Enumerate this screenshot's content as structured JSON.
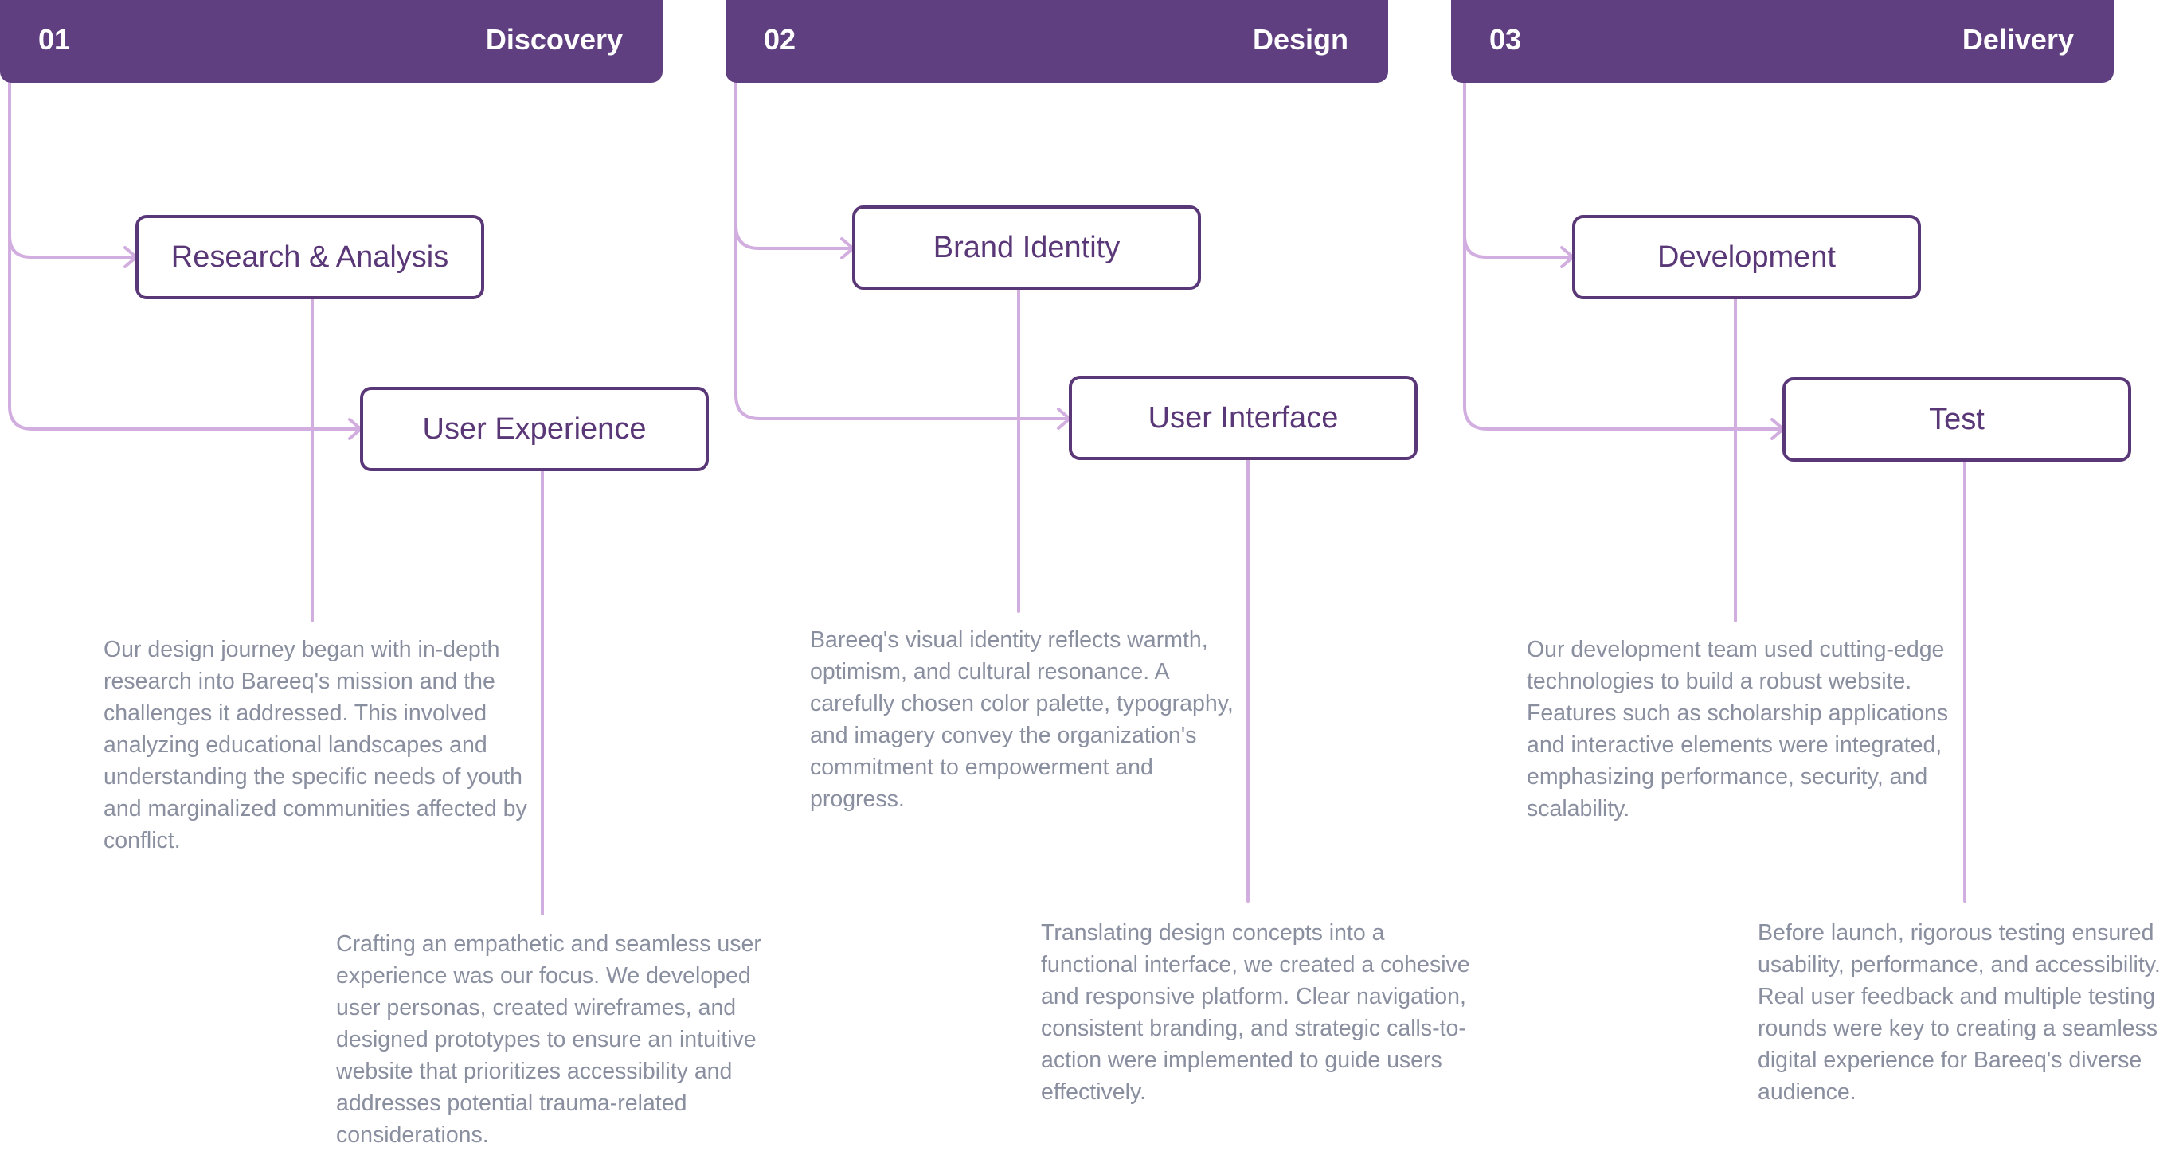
{
  "colors": {
    "header_bg": "#5f3f7f",
    "header_text": "#ffffff",
    "box_border": "#5a3878",
    "box_text": "#5a3878",
    "connector": "#d2aee0",
    "description_text": "#8a8fa0"
  },
  "phases": [
    {
      "number": "01",
      "title": "Discovery",
      "steps": [
        {
          "label": "Research & Analysis",
          "description": "Our design journey began with in-depth research into Bareeq's mission and the challenges it addressed. This involved analyzing educational landscapes and understanding the specific needs of youth and marginalized communities affected by conflict."
        },
        {
          "label": "User Experience",
          "description": "Crafting an empathetic and seamless user experience was our focus. We developed user personas, created wireframes, and designed prototypes to ensure an intuitive website that prioritizes accessibility and addresses potential trauma-related considerations."
        }
      ]
    },
    {
      "number": "02",
      "title": "Design",
      "steps": [
        {
          "label": "Brand Identity",
          "description": "Bareeq's visual identity reflects warmth, optimism, and cultural resonance. A carefully chosen color palette, typography, and imagery convey the organization's commitment to empowerment and progress."
        },
        {
          "label": "User Interface",
          "description": "Translating design concepts into a functional interface, we created a cohesive and responsive platform. Clear navigation, consistent branding, and strategic calls-to-action were implemented to guide users effectively."
        }
      ]
    },
    {
      "number": "03",
      "title": "Delivery",
      "steps": [
        {
          "label": "Development",
          "description": "Our development team used cutting-edge technologies to build a robust website. Features such as scholarship applications and interactive elements were integrated, emphasizing performance, security, and scalability."
        },
        {
          "label": "Test",
          "description": "Before launch, rigorous testing ensured usability, performance, and accessibility. Real user feedback and multiple testing rounds were key to creating a seamless digital experience for Bareeq's diverse audience."
        }
      ]
    }
  ]
}
